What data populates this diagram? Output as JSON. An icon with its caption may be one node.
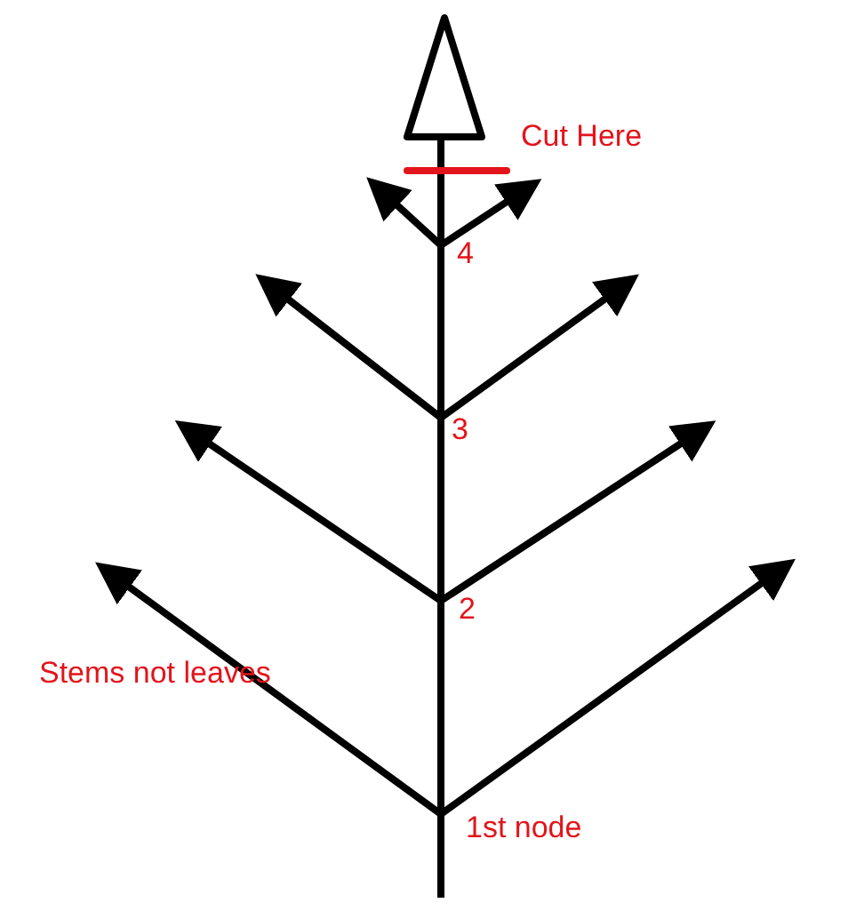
{
  "diagram": {
    "labels": [
      "Cut Here",
      "4",
      "3",
      "2",
      "Stems not leaves",
      "1st node"
    ]
  }
}
